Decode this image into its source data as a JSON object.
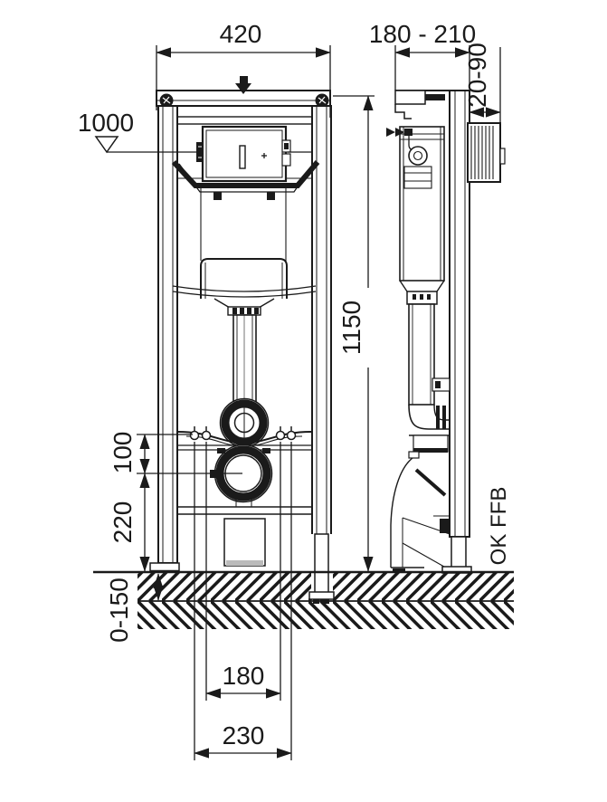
{
  "dimensions": {
    "front_width": "420",
    "frame_depth_range": "180 - 210",
    "cover_protrusion_range": "20-90",
    "actuation_level": "1000",
    "frame_height": "1150",
    "bolts_above_outlet": "100",
    "outlet_center_height": "220",
    "foot_adjust_range": "0-150",
    "inner_bolt_spacing": "180",
    "outer_bolt_spacing": "230",
    "finished_floor_label": "OK FFB"
  },
  "colors": {
    "line": "#1a1a1a",
    "background": "#ffffff"
  }
}
